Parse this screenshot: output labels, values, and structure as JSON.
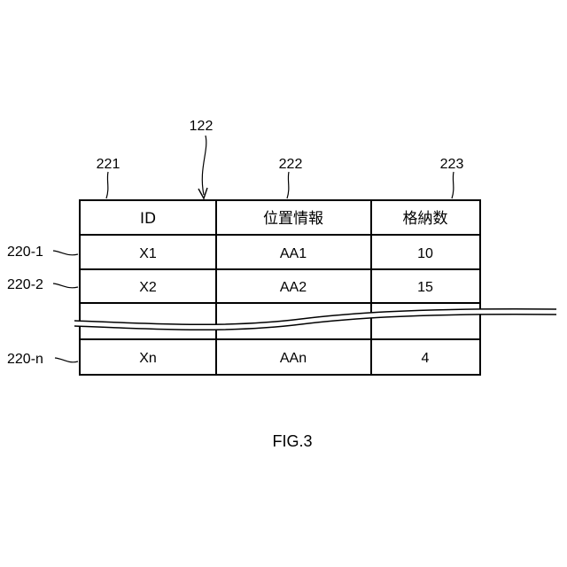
{
  "figure": {
    "caption": "FIG.3",
    "refs": {
      "table": "122",
      "col_id": "221",
      "col_location": "222",
      "col_count": "223",
      "row_1": "220-1",
      "row_2": "220-2",
      "row_n": "220-n"
    },
    "table": {
      "headers": [
        "ID",
        "位置情報",
        "格納数"
      ],
      "rows": [
        [
          "X1",
          "AA1",
          "10"
        ],
        [
          "X2",
          "AA2",
          "15"
        ],
        [
          "Xn",
          "AAn",
          "4"
        ]
      ]
    }
  }
}
